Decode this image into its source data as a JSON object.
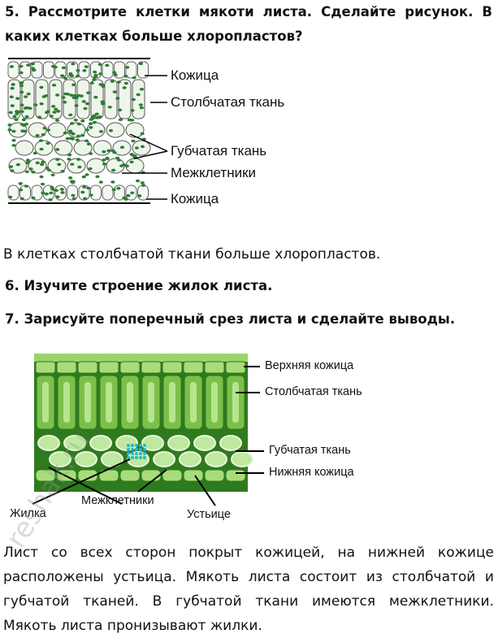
{
  "task5": {
    "title_line1": "5. Рассмотрите клетки мякоти листа. Сделайте рисунок. В",
    "title_line2": "каких клетках больше хлоропластов?"
  },
  "figure1": {
    "labels": [
      "Кожица",
      "Столбчатая ткань",
      "Губчатая ткань",
      "Межклетники",
      "Кожица"
    ]
  },
  "answer5": "В клетках столбчатой ткани больше хлоропластов.",
  "task6": {
    "title": "6. Изучите строение жилок листа."
  },
  "task7": {
    "title": "7. Зарисуйте поперечный срез листа и сделайте выводы."
  },
  "figure2": {
    "labels": {
      "upper_epidermis": "Верхняя кожица",
      "palisade": "Столбчатая ткань",
      "spongy": "Губчатая ткань",
      "lower_epidermis": "Нижняя кожица",
      "intercellular": "Межклетники",
      "vein": "Жилка",
      "stoma": "Устьице"
    }
  },
  "conclusion": "Лист со всех сторон покрыт кожицей, на нижней кожице расположены устьица. Мякоть листа состоит из столбчатой и губчатой тканей. В губчатой ткани имеются межклетники. Мякоть листа пронизывают жилки.",
  "watermark": "reshak.ru",
  "colors": {
    "leaf_green": "#7cc04a",
    "dark_green": "#2f7a1f",
    "chloroplast": "#2e7d32"
  }
}
